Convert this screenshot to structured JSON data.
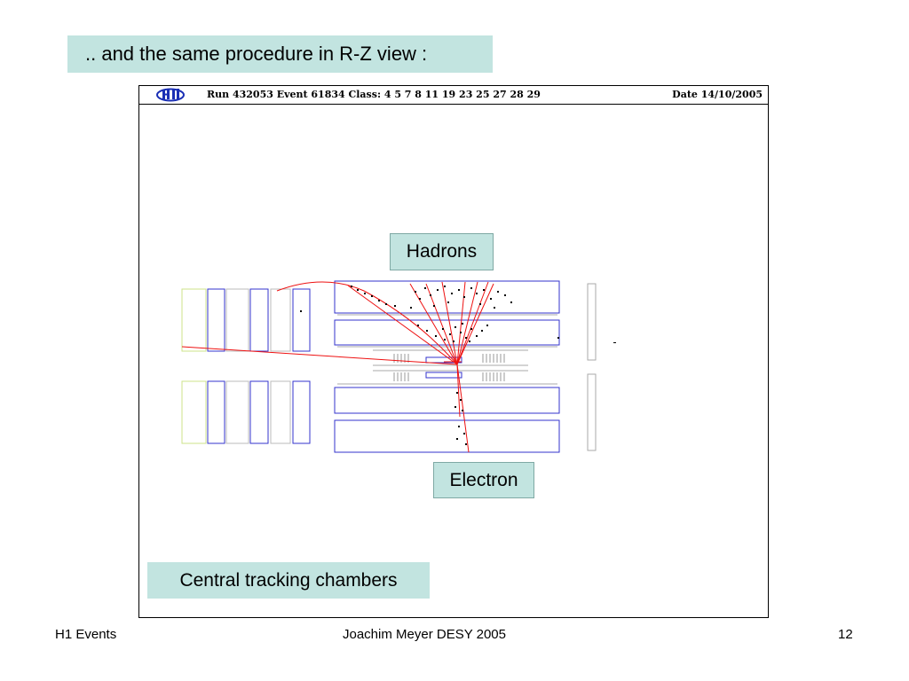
{
  "slide": {
    "title": ".. and the same procedure in R-Z view :"
  },
  "event_display": {
    "run_info": "Run 432053   Event 61834   Class: 4 5 7 8 11 19 23 25 27 28 29",
    "date": "Date 14/10/2005",
    "colors": {
      "detector": "#3333cc",
      "inner_detector": "#aaaaaa",
      "track": "#ee1111",
      "hits": "#000000",
      "forward_edge": "#cce38a"
    }
  },
  "callouts": {
    "hadrons": "Hadrons",
    "electron": "Electron",
    "tracking": "Central tracking chambers",
    "background": "#c2e4e0"
  },
  "footer": {
    "left": "H1 Events",
    "center": "Joachim Meyer  DESY  2005",
    "right": "12"
  }
}
